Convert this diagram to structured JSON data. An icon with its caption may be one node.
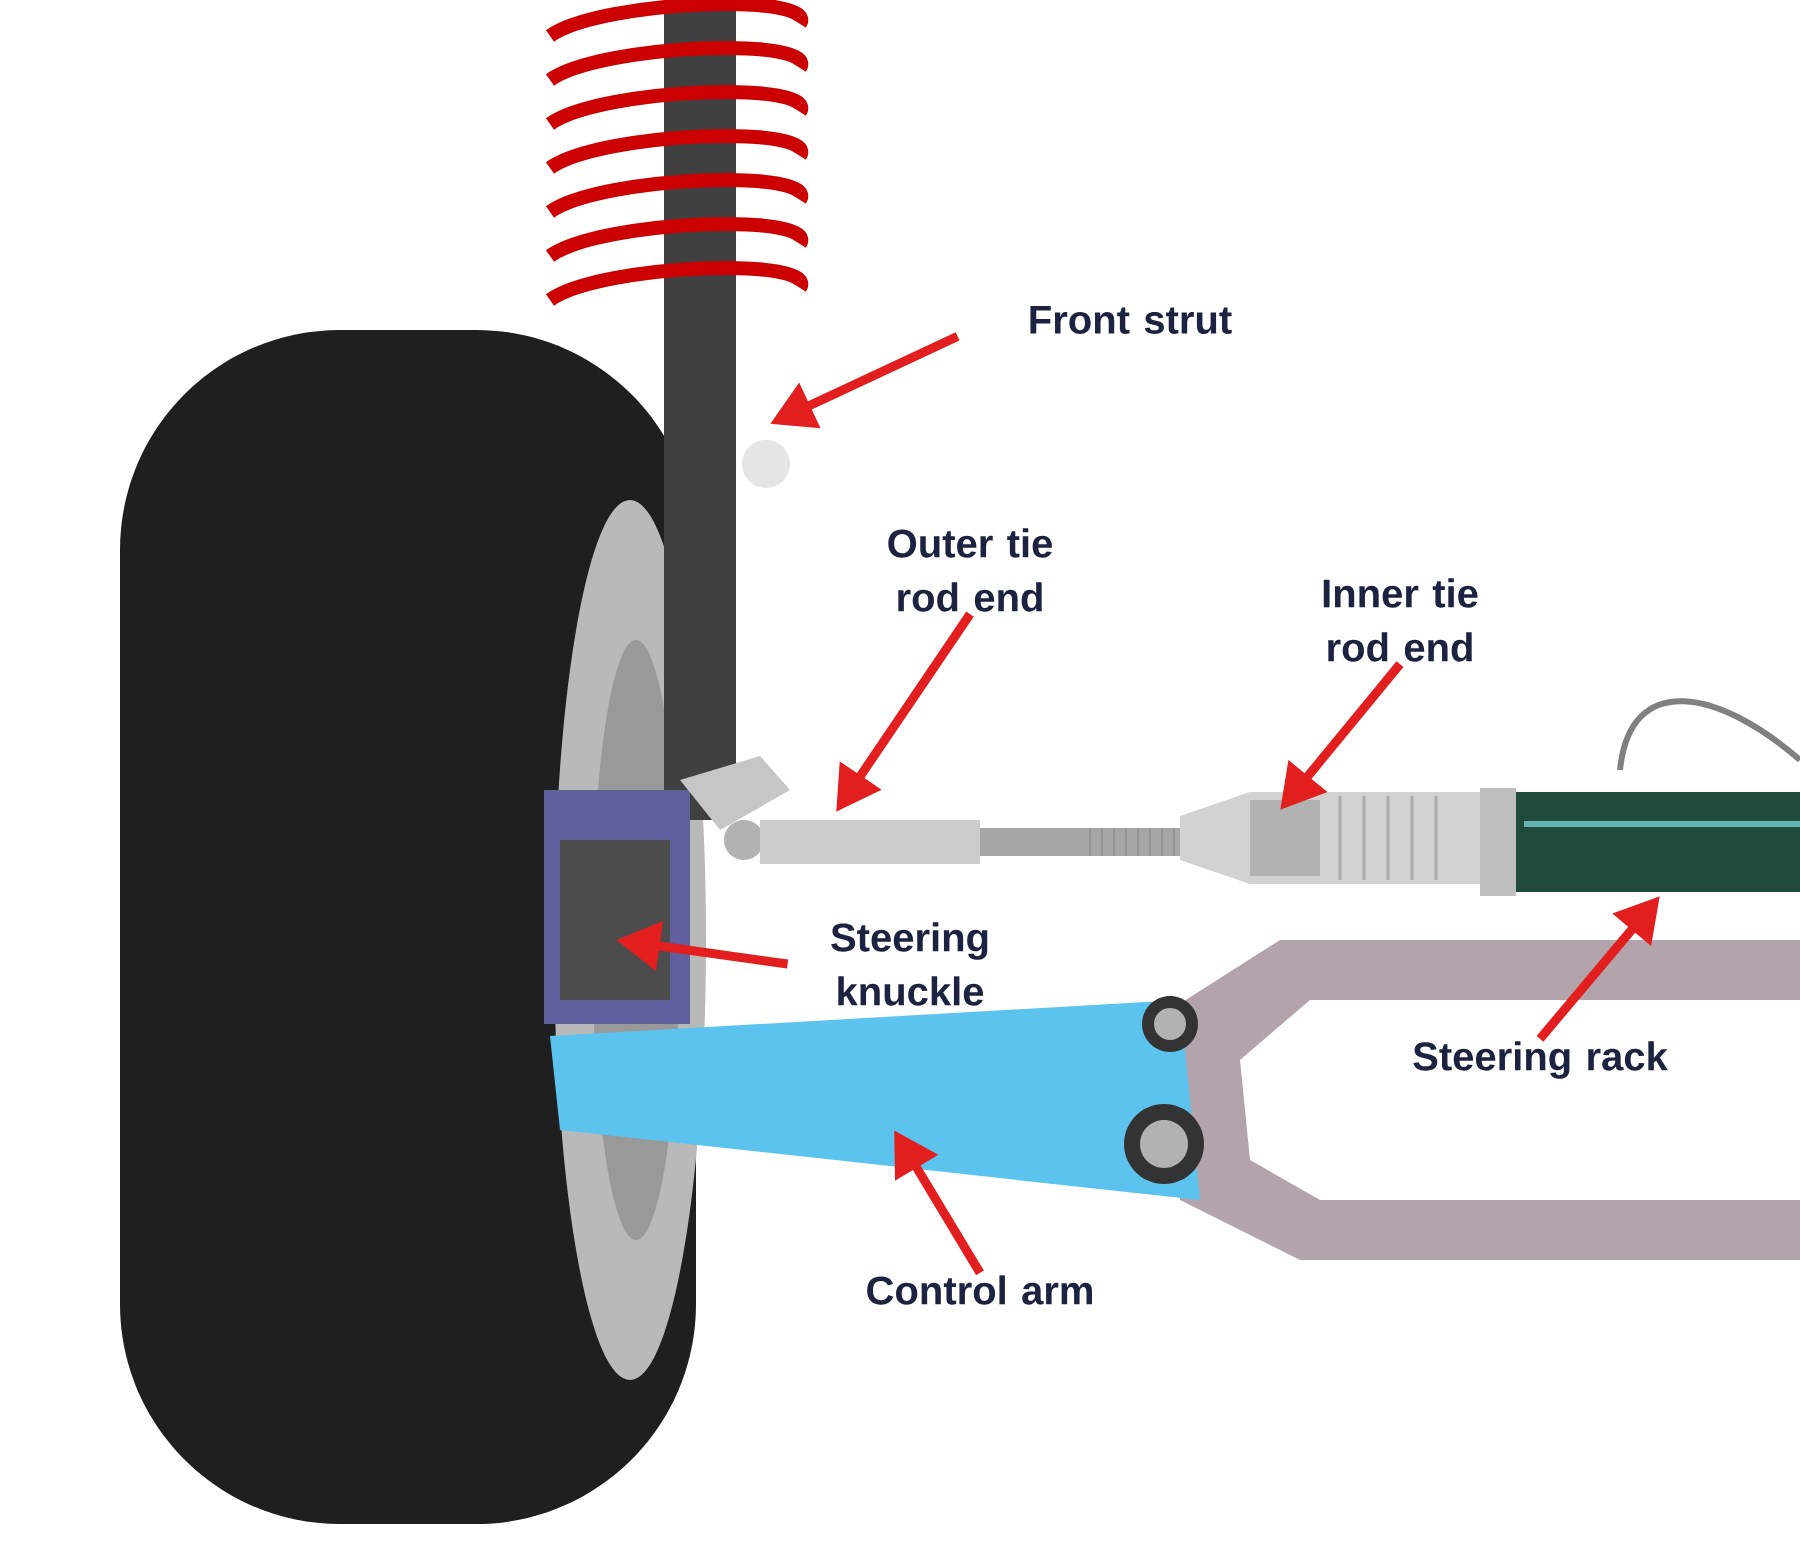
{
  "diagram": {
    "nodes": [
      {
        "text": [
          "Front strut"
        ]
      },
      {
        "text": [
          "Outer tie rod end"
        ]
      },
      {
        "text": [
          "Inner tie rod end"
        ]
      },
      {
        "text": [
          "Steering knuckle"
        ]
      },
      {
        "text": [
          "Steering rack"
        ]
      },
      {
        "text": [
          "Control arm"
        ]
      },
      {
        "text": [],
        "shape": "picture"
      },
      {
        "text": [],
        "shape": "picture"
      },
      {
        "text": [],
        "shape": "picture"
      },
      {
        "text": [],
        "shape": "picture"
      },
      {
        "text": [],
        "shape": "picture"
      },
      {
        "text": [],
        "shape": "picture"
      }
    ],
    "edges": [
      {
        "from": 0,
        "to": 6,
        "arrow": "to"
      },
      {
        "from": 1,
        "to": 7,
        "arrow": "to"
      },
      {
        "from": 2,
        "to": 8,
        "arrow": "to"
      },
      {
        "from": 3,
        "to": 9,
        "arrow": "to"
      },
      {
        "from": 4,
        "to": 10,
        "arrow": "to"
      },
      {
        "from": 5,
        "to": 11,
        "arrow": "to"
      }
    ]
  }
}
